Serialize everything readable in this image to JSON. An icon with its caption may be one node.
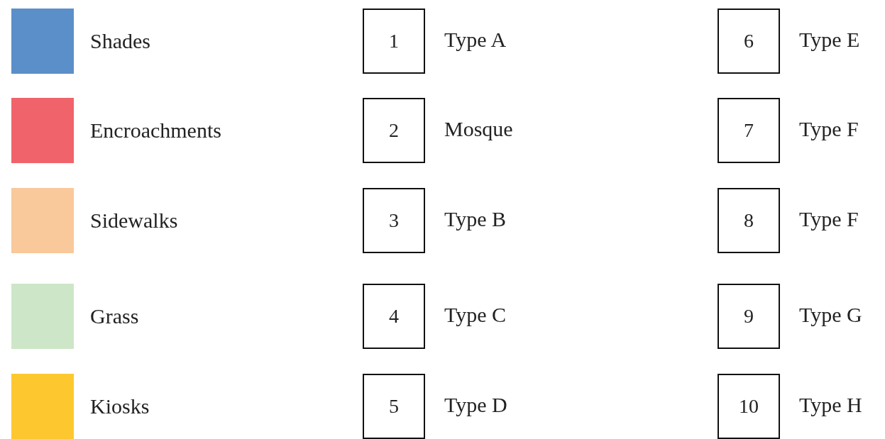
{
  "diagram": {
    "nodes": [
      {
        "text": [
          "1"
        ],
        "beside": [
          "Type A"
        ]
      },
      {
        "text": [
          "2"
        ],
        "beside": [
          "Mosque"
        ]
      },
      {
        "text": [
          "3"
        ],
        "beside": [
          "Type B"
        ]
      },
      {
        "text": [
          "4"
        ],
        "beside": [
          "Type C"
        ]
      },
      {
        "text": [
          "5"
        ],
        "beside": [
          "Type D"
        ]
      },
      {
        "text": [
          "6"
        ],
        "beside": [
          "Type E"
        ]
      },
      {
        "text": [
          "7"
        ],
        "beside": [
          "Type F"
        ]
      },
      {
        "text": [
          "8"
        ],
        "beside": [
          "Type F"
        ]
      },
      {
        "text": [
          "9"
        ],
        "beside": [
          "Type G"
        ]
      },
      {
        "text": [
          "10"
        ],
        "beside": [
          "Type H"
        ]
      }
    ],
    "legend": [
      {
        "text": "Shades",
        "color": "#5b8fc9"
      },
      {
        "text": "Encroachments",
        "color": "#f0636a"
      },
      {
        "text": "Sidewalks",
        "color": "#f9c89b"
      },
      {
        "text": "Grass",
        "color": "#cde6c7"
      },
      {
        "text": "Kiosks",
        "color": "#fdc82f"
      }
    ]
  }
}
